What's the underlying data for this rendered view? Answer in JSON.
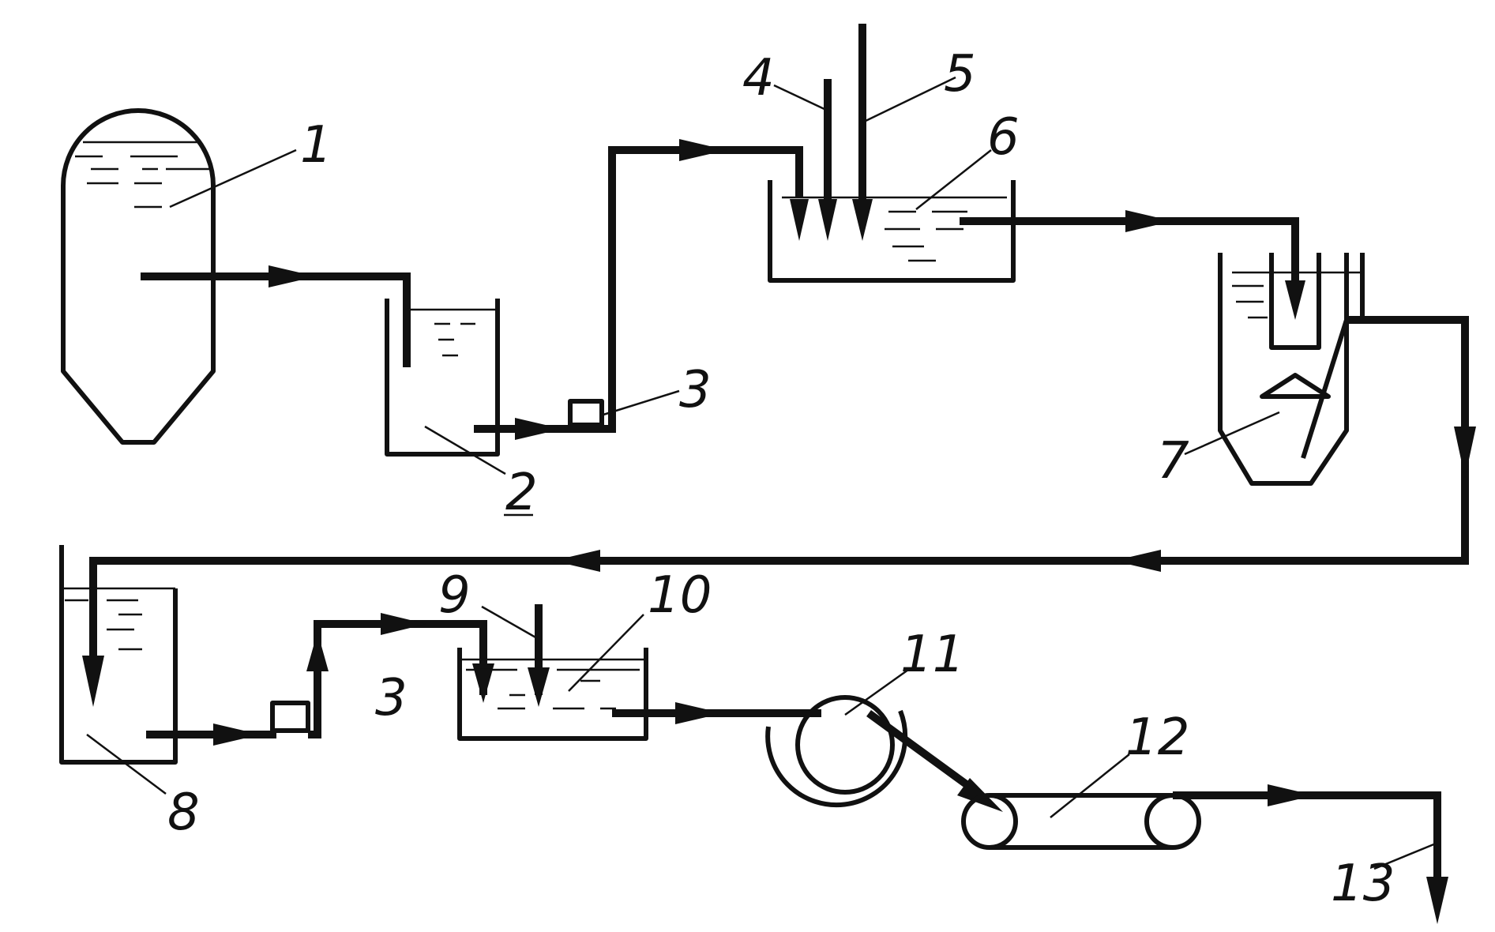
{
  "diagram": {
    "labels": {
      "l1": "1",
      "l2": "2",
      "l3a": "3",
      "l3b": "3",
      "l4": "4",
      "l5": "5",
      "l6": "6",
      "l7": "7",
      "l8": "8",
      "l9": "9",
      "l10": "10",
      "l11": "11",
      "l12": "12",
      "l13": "13"
    },
    "colors": {
      "ink": "#111111",
      "background": "#ffffff"
    }
  }
}
